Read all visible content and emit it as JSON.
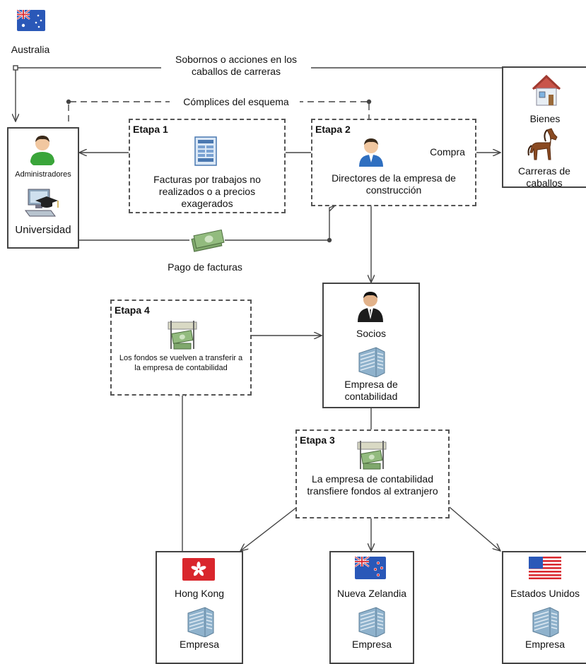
{
  "countries": {
    "australia": "Australia",
    "hong_kong": "Hong Kong",
    "nueva_zelandia": "Nueva Zelandia",
    "estados_unidos": "Estados Unidos"
  },
  "labels": {
    "sobornos": "Sobornos o acciones en los caballos de carreras",
    "complices": "Cómplices del esquema",
    "administradores": "Administradores",
    "universidad": "Universidad",
    "pago": "Pago de facturas",
    "compra": "Compra",
    "bienes": "Bienes",
    "carreras": "Carreras de caballos",
    "socios": "Socios",
    "empresa_contabilidad": "Empresa de contabilidad",
    "empresa": "Empresa"
  },
  "stages": {
    "etapa1": {
      "title": "Etapa 1",
      "text": "Facturas por trabajos no realizados o a precios exagerados"
    },
    "etapa2": {
      "title": "Etapa 2",
      "text": "Directores de la empresa de construcción"
    },
    "etapa3": {
      "title": "Etapa 3",
      "text": "La empresa de contabilidad transfiere fondos al extranjero"
    },
    "etapa4": {
      "title": "Etapa 4",
      "text": "Los fondos se vuelven a transferir a la empresa de contabilidad"
    }
  },
  "colors": {
    "line": "#444444",
    "person_green": "#3aa53a",
    "person_blue": "#2f6fc0",
    "building": "#8fb2cc",
    "money": "#6d9a5c",
    "horse": "#8a4a22",
    "flag_red": "#d9262c",
    "flag_blue": "#2a58b8"
  },
  "icons": [
    "au-flag-icon",
    "person-green-icon",
    "computer-icon",
    "invoice-icon",
    "money-icon",
    "person-blue-icon",
    "house-icon",
    "horse-icon",
    "businessman-icon",
    "building-icon",
    "transfer-icon",
    "hk-flag-icon",
    "nz-flag-icon",
    "us-flag-icon"
  ]
}
